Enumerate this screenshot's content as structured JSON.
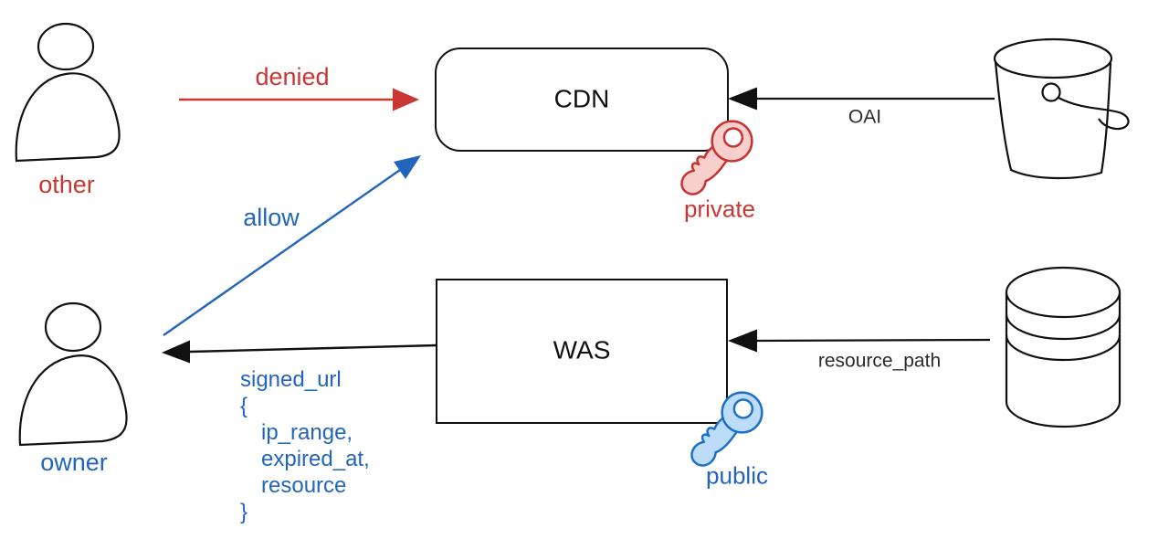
{
  "diagram": {
    "users": {
      "other": {
        "label": "other",
        "color": "#c83732",
        "icon": "person-icon"
      },
      "owner": {
        "label": "owner",
        "color": "#2365bb",
        "icon": "person-icon"
      }
    },
    "services": {
      "cdn": {
        "label": "CDN"
      },
      "was": {
        "label": "WAS"
      }
    },
    "keys": {
      "private": {
        "label": "private",
        "icon": "key-icon",
        "fill": "#f8cfcc",
        "stroke": "#c7312e"
      },
      "public": {
        "label": "public",
        "icon": "key-icon",
        "fill": "#bddcf9",
        "stroke": "#1c70c6"
      }
    },
    "storage": {
      "bucket": {
        "icon": "bucket-icon"
      },
      "database": {
        "icon": "database-icon"
      }
    },
    "edges": {
      "denied": {
        "label": "denied",
        "color": "#c83732",
        "from": "other",
        "to": "cdn"
      },
      "allow": {
        "label": "allow",
        "color": "#2365bb",
        "from": "owner",
        "to": "cdn"
      },
      "oai": {
        "label": "OAI",
        "color": "#000000",
        "from": "bucket",
        "to": "cdn"
      },
      "resource_path": {
        "label": "resource_path",
        "color": "#000000",
        "from": "database",
        "to": "was"
      },
      "signed_url": {
        "color": "#2365bb",
        "from": "was",
        "to": "owner",
        "label_lines": [
          "signed_url",
          "{",
          "ip_range,",
          "expired_at,",
          "resource",
          "}"
        ]
      }
    }
  }
}
